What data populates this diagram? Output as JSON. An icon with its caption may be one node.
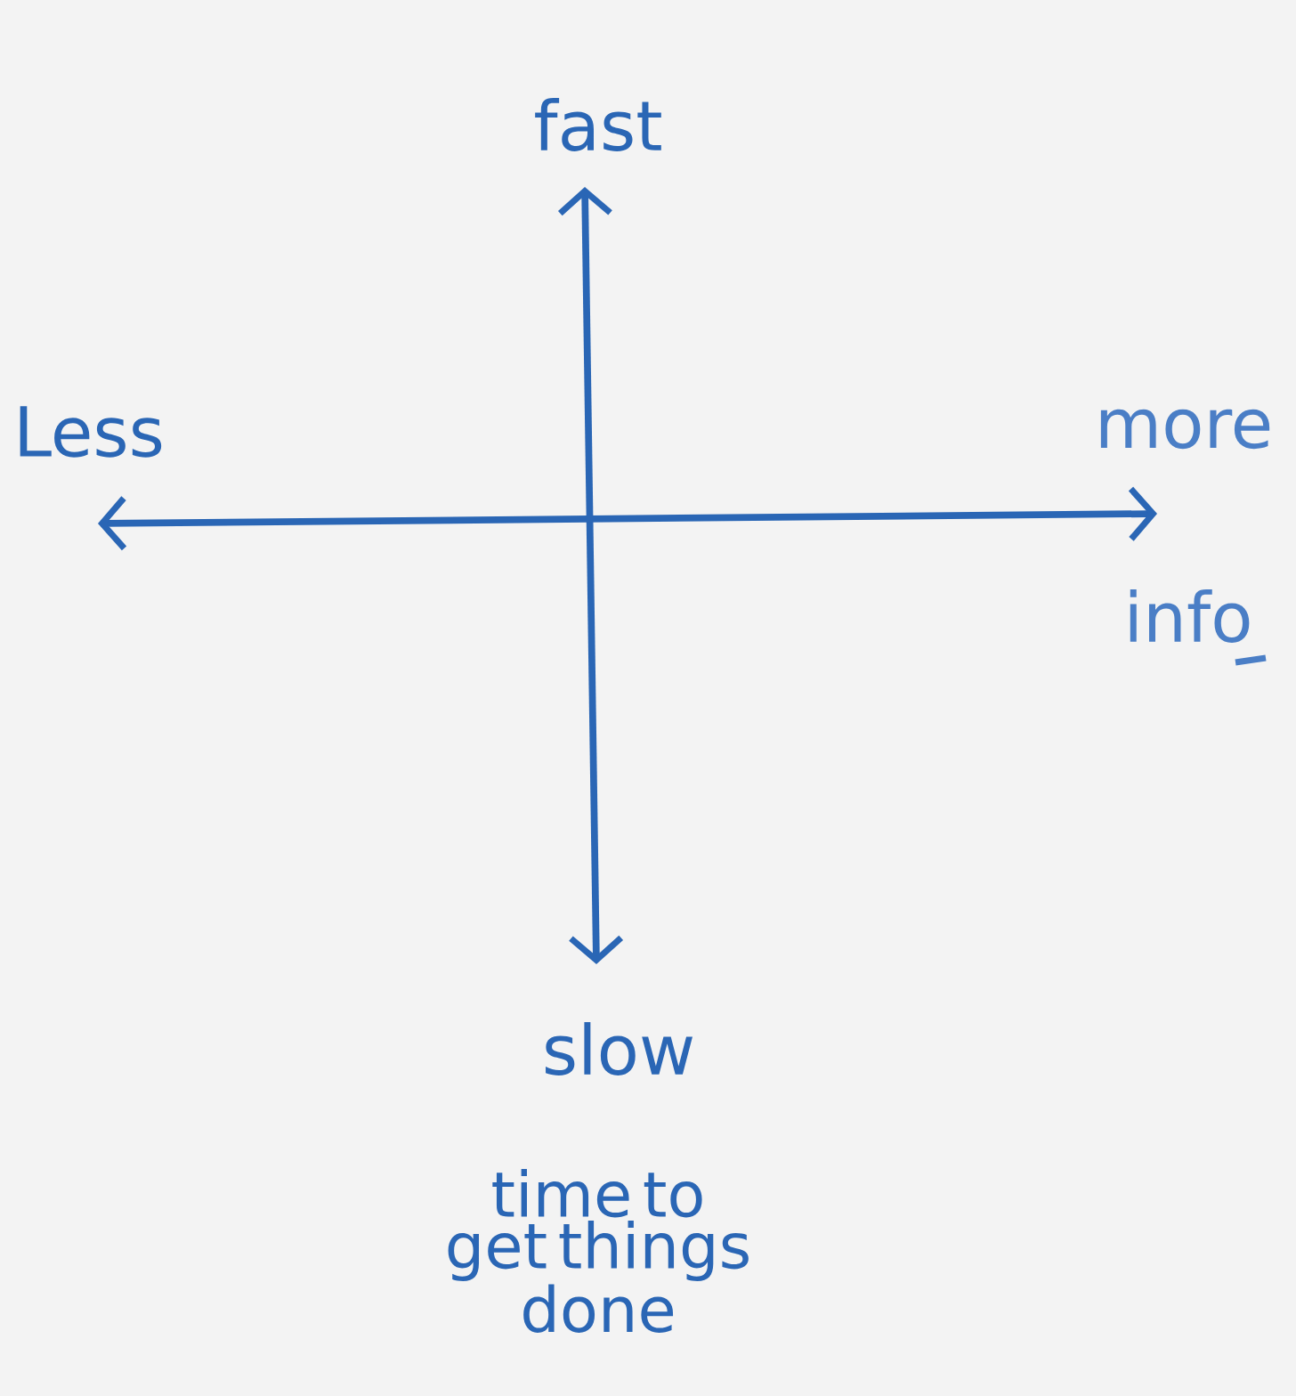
{
  "diagram": {
    "labels": [
      "fast",
      "Less",
      "more",
      "info",
      "slow",
      "time to get things done"
    ]
  }
}
